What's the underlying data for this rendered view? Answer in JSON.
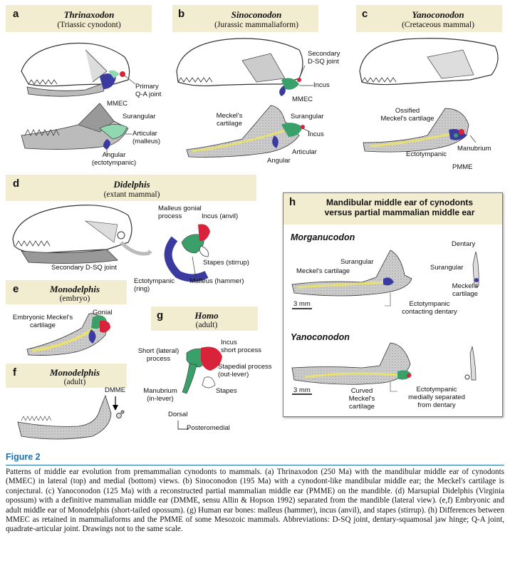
{
  "panels": {
    "a": {
      "letter": "a",
      "species": "Thrinaxodon",
      "subtitle": "(Triassic cynodont)",
      "labels": {
        "primary_qa": "Primary\nQ-A joint",
        "mmec": "MMEC",
        "surangular": "Surangular",
        "articular": "Articular\n(malleus)",
        "angular": "Angular\n(ectotympanic)"
      }
    },
    "b": {
      "letter": "b",
      "species": "Sinoconodon",
      "subtitle": "(Jurassic mammaliaform)",
      "labels": {
        "secondary_dsq": "Secondary\nD-SQ joint",
        "incus": "Incus",
        "mmec": "MMEC",
        "meckels": "Meckel's\ncartilage",
        "surangular": "Surangular",
        "incus2": "Incus",
        "articular": "Articular",
        "angular": "Angular"
      }
    },
    "c": {
      "letter": "c",
      "species": "Yanoconodon",
      "subtitle": "(Cretaceous mammal)",
      "labels": {
        "ossified": "Ossified\nMeckel's cartilage",
        "manubrium": "Manubrium",
        "ectotympanic": "Ectotympanic",
        "pmme": "PMME"
      }
    },
    "d": {
      "letter": "d",
      "species": "Didelphis",
      "subtitle": "(extant mammal)",
      "labels": {
        "secondary_dsq": "Secondary D-SQ joint",
        "malleus_gonial": "Malleus gonial\nprocess",
        "incus": "Incus (anvil)",
        "stapes": "Stapes (stirrup)",
        "ectotympanic": "Ectotympanic\n(ring)",
        "malleus": "Malleus (hammer)"
      }
    },
    "e": {
      "letter": "e",
      "species": "Monodelphis",
      "subtitle": "(embryo)",
      "labels": {
        "embryonic": "Embryonic Meckel's\ncartilage",
        "gonial": "Gonial"
      }
    },
    "f": {
      "letter": "f",
      "species": "Monodelphis",
      "subtitle": "(adult)",
      "labels": {
        "dmme": "DMME"
      }
    },
    "g": {
      "letter": "g",
      "species": "Homo",
      "subtitle": "(adult)",
      "labels": {
        "incus_short": "Incus\nshort process",
        "short_lateral": "Short (lateral)\nprocess",
        "stapedial": "Stapedial process\n(out-lever)",
        "stapes": "Stapes",
        "manubrium": "Manubrium\n(in-lever)",
        "dorsal": "Dorsal",
        "posteromedial": "Posteromedial"
      }
    },
    "h": {
      "letter": "h",
      "title": "Mandibular middle ear of cynodonts\nversus partial mammalian middle ear",
      "sp1": "Morganucodon",
      "sp2": "Yanoconodon",
      "labels": {
        "dentary": "Dentary",
        "surangular1": "Surangular",
        "meckels1": "Meckel's cartilage",
        "surangular2": "Surangular",
        "meckels2": "Meckel's\ncartilage",
        "scale1": "3 mm",
        "ecto_contact": "Ectotympanic\ncontacting dentary",
        "scale2": "3 mm",
        "curved": "Curved\nMeckel's\ncartilage",
        "ecto_sep": "Ectotympanic\nmedially separated\nfrom dentary"
      }
    }
  },
  "figure": {
    "title": "Figure 2",
    "caption": "Patterns of middle ear evolution from premammalian cynodonts to mammals. (a) Thrinaxodon (250 Ma) with the mandibular middle ear of cynodonts (MMEC) in lateral (top) and medial (bottom) views. (b) Sinoconodon (195 Ma) with a cynodont-like mandibular middle ear; the Meckel's cartilage is conjectural. (c) Yanoconodon (125 Ma) with a reconstructed partial mammalian middle ear (PMME) on the mandible. (d) Marsupial Didelphis (Virginia opossum) with a definitive mammalian middle ear (DMME, sensu Allin & Hopson 1992) separated from the mandible (lateral view). (e,f) Embryonic and adult middle ear of Monodelphis (short-tailed opossum). (g) Human ear bones: malleus (hammer), incus (anvil), and stapes (stirrup). (h) Differences between MMEC as retained in mammaliaforms and the PMME of some Mesozoic mammals. Abbreviations: D-SQ joint, dentary-squamosal jaw hinge; Q-A joint, quadrate-articular joint. Drawings not to the same scale."
  },
  "colors": {
    "header": "#f2ecd0",
    "title_blue": "#1f6fae",
    "blue_bone": "#3a3aa0",
    "green_bone": "#3aa06a",
    "red_bone": "#d8233a",
    "cartilage": "#e8e070",
    "bone_gray": "#c8c8c8"
  }
}
